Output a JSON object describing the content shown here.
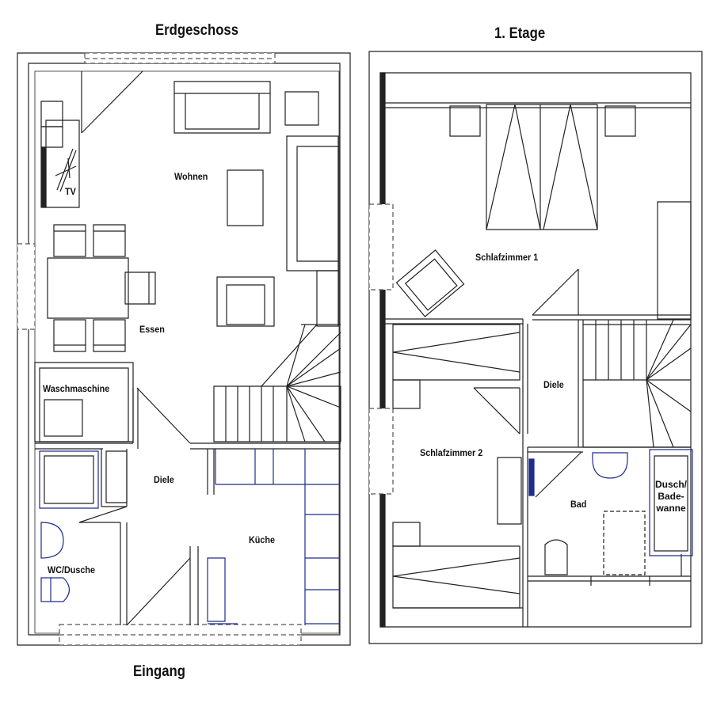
{
  "floors": {
    "ground": {
      "title": "Erdgeschoss",
      "entrance": "Eingang",
      "rooms": {
        "wohnen": "Wohnen",
        "tv": "TV",
        "essen": "Essen",
        "waschmaschine": "Waschmaschine",
        "diele": "Diele",
        "kueche": "Küche",
        "wc": "WC/Dusche"
      }
    },
    "upper": {
      "title": "1. Etage",
      "rooms": {
        "schlafzimmer1": "Schlafzimmer 1",
        "diele": "Diele",
        "schlafzimmer2": "Schlafzimmer 2",
        "bad": "Bad",
        "wanne_line1": "Dusch/",
        "wanne_line2": "Bade-",
        "wanne_line3": "wanne"
      }
    }
  },
  "colors": {
    "line": "#222222",
    "kitchen_fixtures": "#1f2b8f"
  }
}
